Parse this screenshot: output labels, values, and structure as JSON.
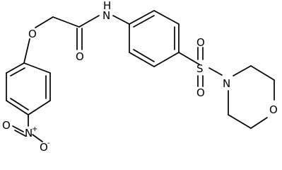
{
  "molecule": {
    "atoms": {
      "ether_oxygen": "O",
      "carbonyl_oxygen": "O",
      "amide_nitrogen": "N",
      "amide_hydrogen": "H",
      "nitro_nitrogen": "N",
      "nitro_plus_charge": "+",
      "nitro_oxygen_top": "O",
      "nitro_oxygen_bottom": "O",
      "nitro_minus_charge": "-",
      "sulfur": "S",
      "sulfonyl_oxygen_top": "O",
      "sulfonyl_oxygen_bottom": "O",
      "morpholine_nitrogen": "N",
      "morpholine_oxygen": "O"
    }
  }
}
